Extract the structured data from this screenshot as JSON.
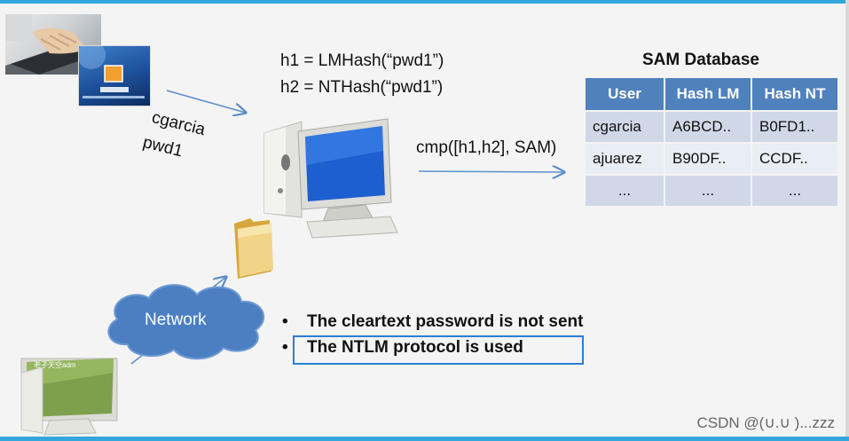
{
  "formulas": {
    "h1": "h1 = LMHash(“pwd1”)",
    "h2": "h2 = NTHash(“pwd1”)"
  },
  "credentials": {
    "username": "cgarcia",
    "password": "pwd1"
  },
  "compare_text": "cmp([h1,h2], SAM)",
  "sam": {
    "title": "SAM Database",
    "headers": [
      "User",
      "Hash LM",
      "Hash NT"
    ],
    "rows": [
      [
        "cgarcia",
        "A6BCD..",
        "B0FD1.."
      ],
      [
        "ajuarez",
        "B90DF..",
        "CCDF.."
      ],
      [
        "...",
        "...",
        "..."
      ]
    ]
  },
  "bullets": [
    "The cleartext password is not sent",
    "The NTLM protocol is used"
  ],
  "network_label": "Network",
  "client_screen_label": "老子天空adm",
  "watermark": "CSDN @(∪.∪ )...zzz",
  "colors": {
    "table_header": "#4f81bd",
    "table_row_dark": "#d0d8e8",
    "table_row_light": "#e9edf4",
    "cloud": "#4b7fc1",
    "arrow": "#5b8fc9",
    "highlight_box": "#2a7fd4",
    "accent_bar": "#33a6dc"
  },
  "icons": [
    "laptop-photo",
    "login-screen-photo",
    "server-computer-icon",
    "folder-icon",
    "network-cloud-icon",
    "client-computer-icon"
  ]
}
